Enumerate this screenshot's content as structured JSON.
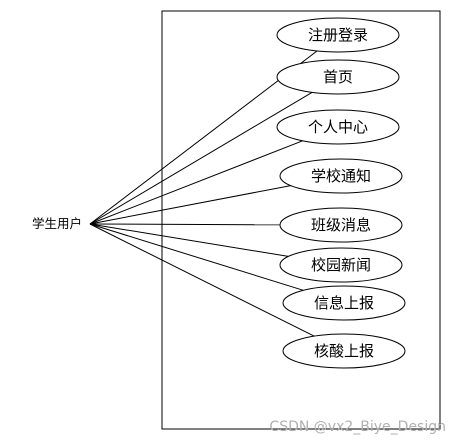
{
  "actor": {
    "label": "学生用户",
    "icon": "actor-icon"
  },
  "use_cases": [
    {
      "label": "注册登录"
    },
    {
      "label": "首页"
    },
    {
      "label": "个人中心"
    },
    {
      "label": "学校通知"
    },
    {
      "label": "班级消息"
    },
    {
      "label": "校园新闻"
    },
    {
      "label": "信息上报"
    },
    {
      "label": "核酸上报"
    }
  ],
  "watermark": {
    "text": "CSDN @vx2_Biye_Design"
  },
  "colors": {
    "line": "#000000",
    "background": "#ffffff",
    "watermark": "#b0b0b0"
  }
}
